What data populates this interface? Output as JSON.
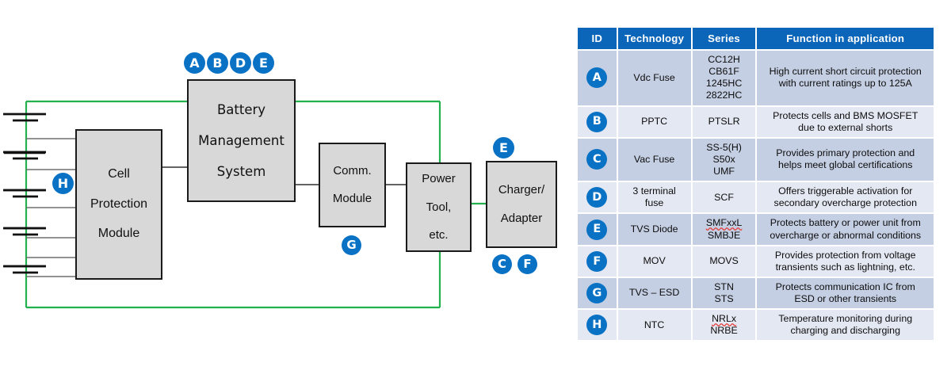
{
  "diagram": {
    "blocks": [
      {
        "id": "cell-protection-module",
        "label": "Cell\nProtection\nModule"
      },
      {
        "id": "battery-management-system",
        "label": "Battery\nManagement\nSystem"
      },
      {
        "id": "comm-module",
        "label": "Comm.\nModule"
      },
      {
        "id": "power-tool",
        "label": "Power\nTool,\netc."
      },
      {
        "id": "charger-adapter",
        "label": "Charger/\nAdapter"
      }
    ],
    "block_labels": {
      "cpm_l1": "Cell",
      "cpm_l2": "Protection",
      "cpm_l3": "Module",
      "bms_l1": "Battery",
      "bms_l2": "Management",
      "bms_l3": "System",
      "comm_l1": "Comm.",
      "comm_l2": "Module",
      "pt_l1": "Power",
      "pt_l2": "Tool,",
      "pt_l3": "etc.",
      "chg_l1": "Charger/",
      "chg_l2": "Adapter"
    },
    "callouts": {
      "bms": [
        "A",
        "B",
        "D",
        "E"
      ],
      "cells": "H",
      "comm": "G",
      "charger_top": "E",
      "charger_bottom": [
        "C",
        "F"
      ]
    },
    "colors": {
      "power_wire": "#22b14c",
      "badge": "#0a72c4",
      "block_fill": "#d8d8d8",
      "block_stroke": "#1a1a1a"
    },
    "battery_cells": 5
  },
  "table": {
    "headers": [
      "ID",
      "Technology",
      "Series",
      "Function in application"
    ],
    "rows": [
      {
        "id": "A",
        "technology": "Vdc Fuse",
        "series": [
          "CC12H",
          "CB61F",
          "1245HC",
          "2822HC"
        ],
        "function": [
          "High current short circuit protection",
          "with current ratings up to 125A"
        ],
        "misspelled": []
      },
      {
        "id": "B",
        "technology": "PPTC",
        "series": [
          "PTSLR"
        ],
        "function": [
          "Protects cells and BMS MOSFET",
          "due to external shorts"
        ],
        "misspelled": []
      },
      {
        "id": "C",
        "technology": "Vac Fuse",
        "series": [
          "SS-5(H)",
          "S50x",
          "UMF"
        ],
        "function": [
          "Provides primary protection and",
          "helps meet global certifications"
        ],
        "misspelled": []
      },
      {
        "id": "D",
        "technology": [
          "3 terminal",
          "fuse"
        ],
        "series": [
          "SCF"
        ],
        "function": [
          "Offers triggerable activation for",
          "secondary overcharge protection"
        ],
        "misspelled": []
      },
      {
        "id": "E",
        "technology": "TVS Diode",
        "series": [
          "SMFxxL",
          "SMBJE"
        ],
        "function": [
          "Protects battery or power unit from",
          "overcharge or abnormal conditions"
        ],
        "misspelled": [
          "SMFxxL"
        ]
      },
      {
        "id": "F",
        "technology": "MOV",
        "series": [
          "MOVS"
        ],
        "function": [
          "Provides protection from voltage",
          "transients such as lightning, etc."
        ],
        "misspelled": []
      },
      {
        "id": "G",
        "technology": "TVS – ESD",
        "series": [
          "STN",
          "STS"
        ],
        "function": [
          "Protects communication IC from",
          "ESD or other transients"
        ],
        "misspelled": []
      },
      {
        "id": "H",
        "technology": "NTC",
        "series": [
          "NRLx",
          "NRBE"
        ],
        "function": [
          "Temperature monitoring during",
          "charging and discharging"
        ],
        "misspelled": [
          "NRLx"
        ]
      }
    ],
    "colors": {
      "header_bg": "#0b65b8",
      "header_fg": "#ffffff",
      "row_dark": "#c5cfe3",
      "row_light": "#e4e8f3"
    }
  }
}
